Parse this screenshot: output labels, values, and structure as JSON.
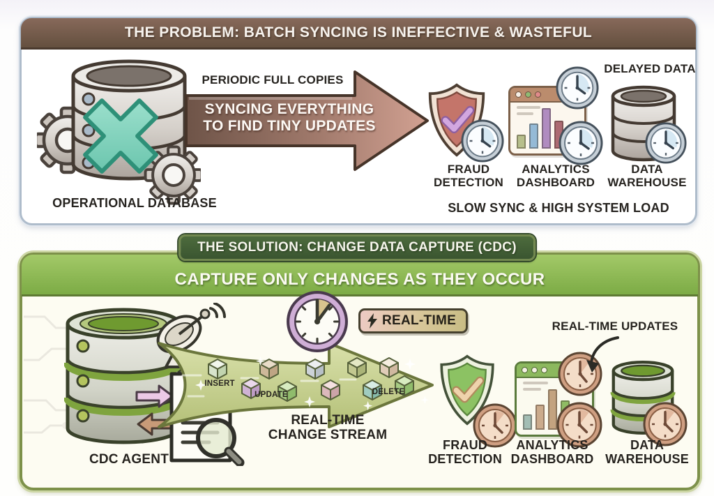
{
  "problem": {
    "title": "THE PROBLEM: BATCH SYNCING IS INEFFECTIVE & WASTEFUL",
    "database_label": "OPERATIONAL DATABASE",
    "arrow_caption": "PERIODIC FULL COPIES",
    "arrow_line1": "SYNCING EVERYTHING",
    "arrow_line2": "TO FIND TINY UPDATES",
    "delayed_label": "DELAYED DATA",
    "footer": "SLOW SYNC & HIGH SYSTEM LOAD",
    "targets": [
      {
        "top": "FRAUD",
        "bottom": "DETECTION"
      },
      {
        "top": "ANALYTICS",
        "bottom": "DASHBOARD"
      },
      {
        "top": "DATA",
        "bottom": "WAREHOUSE"
      }
    ]
  },
  "solution": {
    "tab_title": "THE SOLUTION: CHANGE DATA CAPTURE (CDC)",
    "banner": "CAPTURE ONLY CHANGES AS THEY OCCUR",
    "agent_label": "CDC AGENT",
    "badge_label": "REAL-TIME",
    "stream": {
      "insert": "INSERT",
      "update": "UPDATE",
      "delete": "DELETE",
      "caption_line1": "REAL-TIME",
      "caption_line2": "CHANGE STREAM"
    },
    "updates_label": "REAL-TIME UPDATES",
    "targets": [
      {
        "top": "FRAUD",
        "bottom": "DETECTION"
      },
      {
        "top": "ANALYTICS",
        "bottom": "DASHBOARD"
      },
      {
        "top": "DATA",
        "bottom": "WAREHOUSE"
      }
    ]
  },
  "colors": {
    "problem_header_brown": "#6b5244",
    "problem_panel_border": "#aebccb",
    "batch_arrow_start": "#6e5448",
    "batch_arrow_end": "#d2a192",
    "no_sync_x_teal": "#7fd6c2",
    "problem_shield_red": "#c4756a",
    "problem_check_purple": "#d2a7e0",
    "delayed_clock_blue": "#d6e8f3",
    "solution_green": "#7cab45",
    "solution_tab_dark_green": "#3a5530",
    "stream_olive": "#c6d08e",
    "realtime_clock_purple": "#cfaed6",
    "realtime_clock_tan": "#cf9f82",
    "solution_shield_green": "#8cc263",
    "badge_pink": "#eecac4",
    "badge_tan": "#c8bc84"
  },
  "icons": {
    "database": "stacked-cylinder",
    "gear": "cog-wheel",
    "x_mark": "teal-cross",
    "batch_arrow": "thick-right-arrow",
    "shield_check": "shield-with-checkmark",
    "clock": "analog-clock",
    "browser_window": "window-with-bar-chart",
    "satellite_dish": "dish-with-signal-waves",
    "cdc_document": "document-with-magnifier",
    "change_cube": "isometric-cube",
    "lightning_bolt": "flash-bolt",
    "curved_arrow": "curved-pointer-arrow"
  }
}
